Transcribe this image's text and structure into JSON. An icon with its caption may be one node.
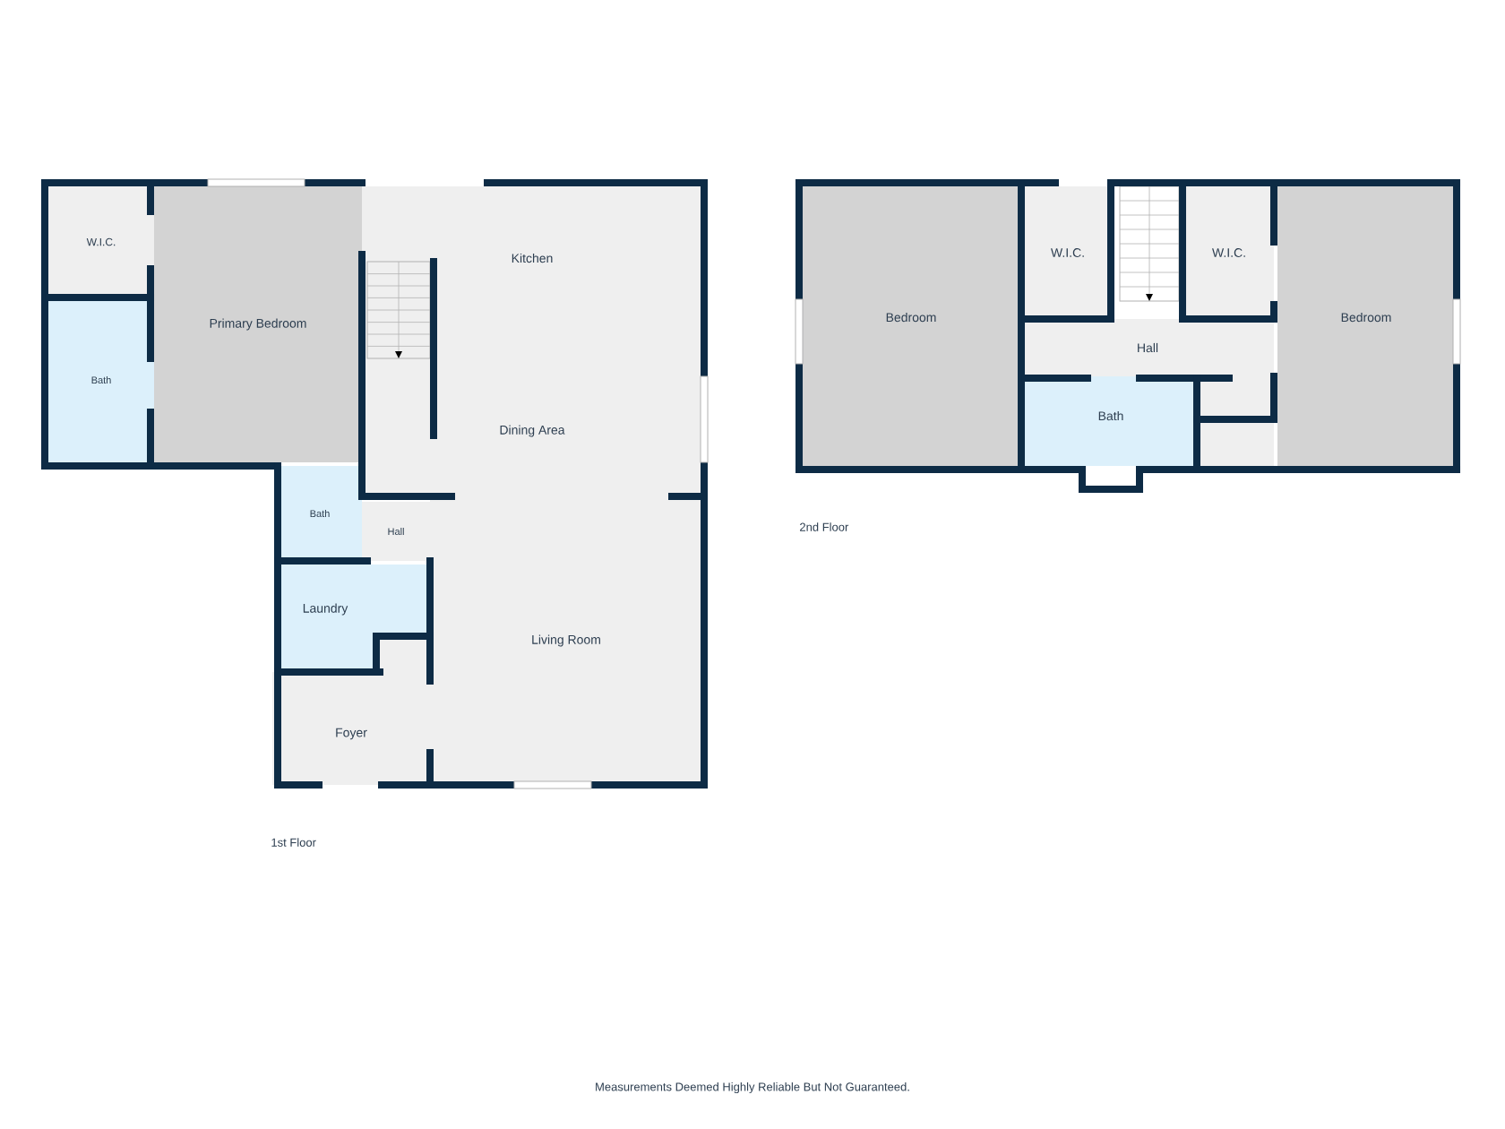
{
  "diagram": {
    "nodes": [
      {
        "text": [
          "W.I.C."
        ]
      },
      {
        "text": [
          "Bath"
        ]
      },
      {
        "text": [
          "Primary Bedroom"
        ]
      },
      {
        "text": [
          "Kitchen"
        ]
      },
      {
        "text": [
          "Dining Area"
        ]
      },
      {
        "text": [
          "Bath"
        ]
      },
      {
        "text": [
          "Hall"
        ]
      },
      {
        "text": [
          "Laundry"
        ]
      },
      {
        "text": [
          "Living Room"
        ]
      },
      {
        "text": [
          "Foyer"
        ]
      },
      {
        "text": [
          "Bedroom"
        ]
      },
      {
        "text": [
          "W.I.C."
        ]
      },
      {
        "text": [
          "W.I.C."
        ]
      },
      {
        "text": [
          "Hall"
        ]
      },
      {
        "text": [
          "Bath"
        ]
      },
      {
        "text": [
          "Bedroom"
        ]
      }
    ],
    "labels": [
      "2nd Floor",
      "1st Floor",
      "Measurements Deemed Highly Reliable But Not Guaranteed."
    ]
  }
}
